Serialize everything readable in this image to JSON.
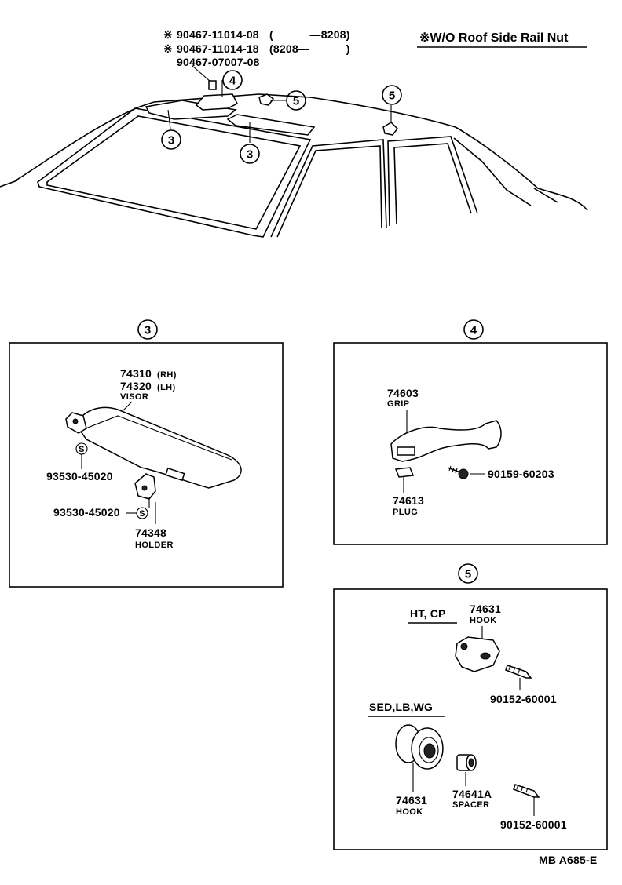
{
  "header": {
    "parts": [
      {
        "mark": "※",
        "number": "90467-11014-08",
        "range": "(　　　 —8208)"
      },
      {
        "mark": "※",
        "number": "90467-11014-18",
        "range": "(8208—　　　 )"
      },
      {
        "mark": "",
        "number": "90467-07007-08",
        "range": ""
      }
    ],
    "note": "※W/O Roof Side Rail Nut"
  },
  "callouts": {
    "three": "3",
    "four": "4",
    "five": "5"
  },
  "panel_3": {
    "title": "3",
    "visor_rh": "74310",
    "visor_rh_tag": "(RH)",
    "visor_lh": "74320",
    "visor_lh_tag": "(LH)",
    "visor_name": "VISOR",
    "screw_1": "93530-45020",
    "screw_2": "93530-45020",
    "s_mark": "S",
    "holder_no": "74348",
    "holder_name": "HOLDER"
  },
  "panel_4": {
    "title": "4",
    "grip_no": "74603",
    "grip_name": "GRIP",
    "plug_no": "74613",
    "plug_name": "PLUG",
    "bolt_no": "90159-60203"
  },
  "panel_5": {
    "title": "5",
    "group_1": "HT, CP",
    "hook_1_no": "74631",
    "hook_1_name": "HOOK",
    "screw_1": "90152-60001",
    "group_2": "SED,LB,WG",
    "hook_2_no": "74631",
    "hook_2_name": "HOOK",
    "spacer_no": "74641A",
    "spacer_name": "SPACER",
    "screw_2": "90152-60001"
  },
  "footer": {
    "code": "MB A685-E"
  }
}
